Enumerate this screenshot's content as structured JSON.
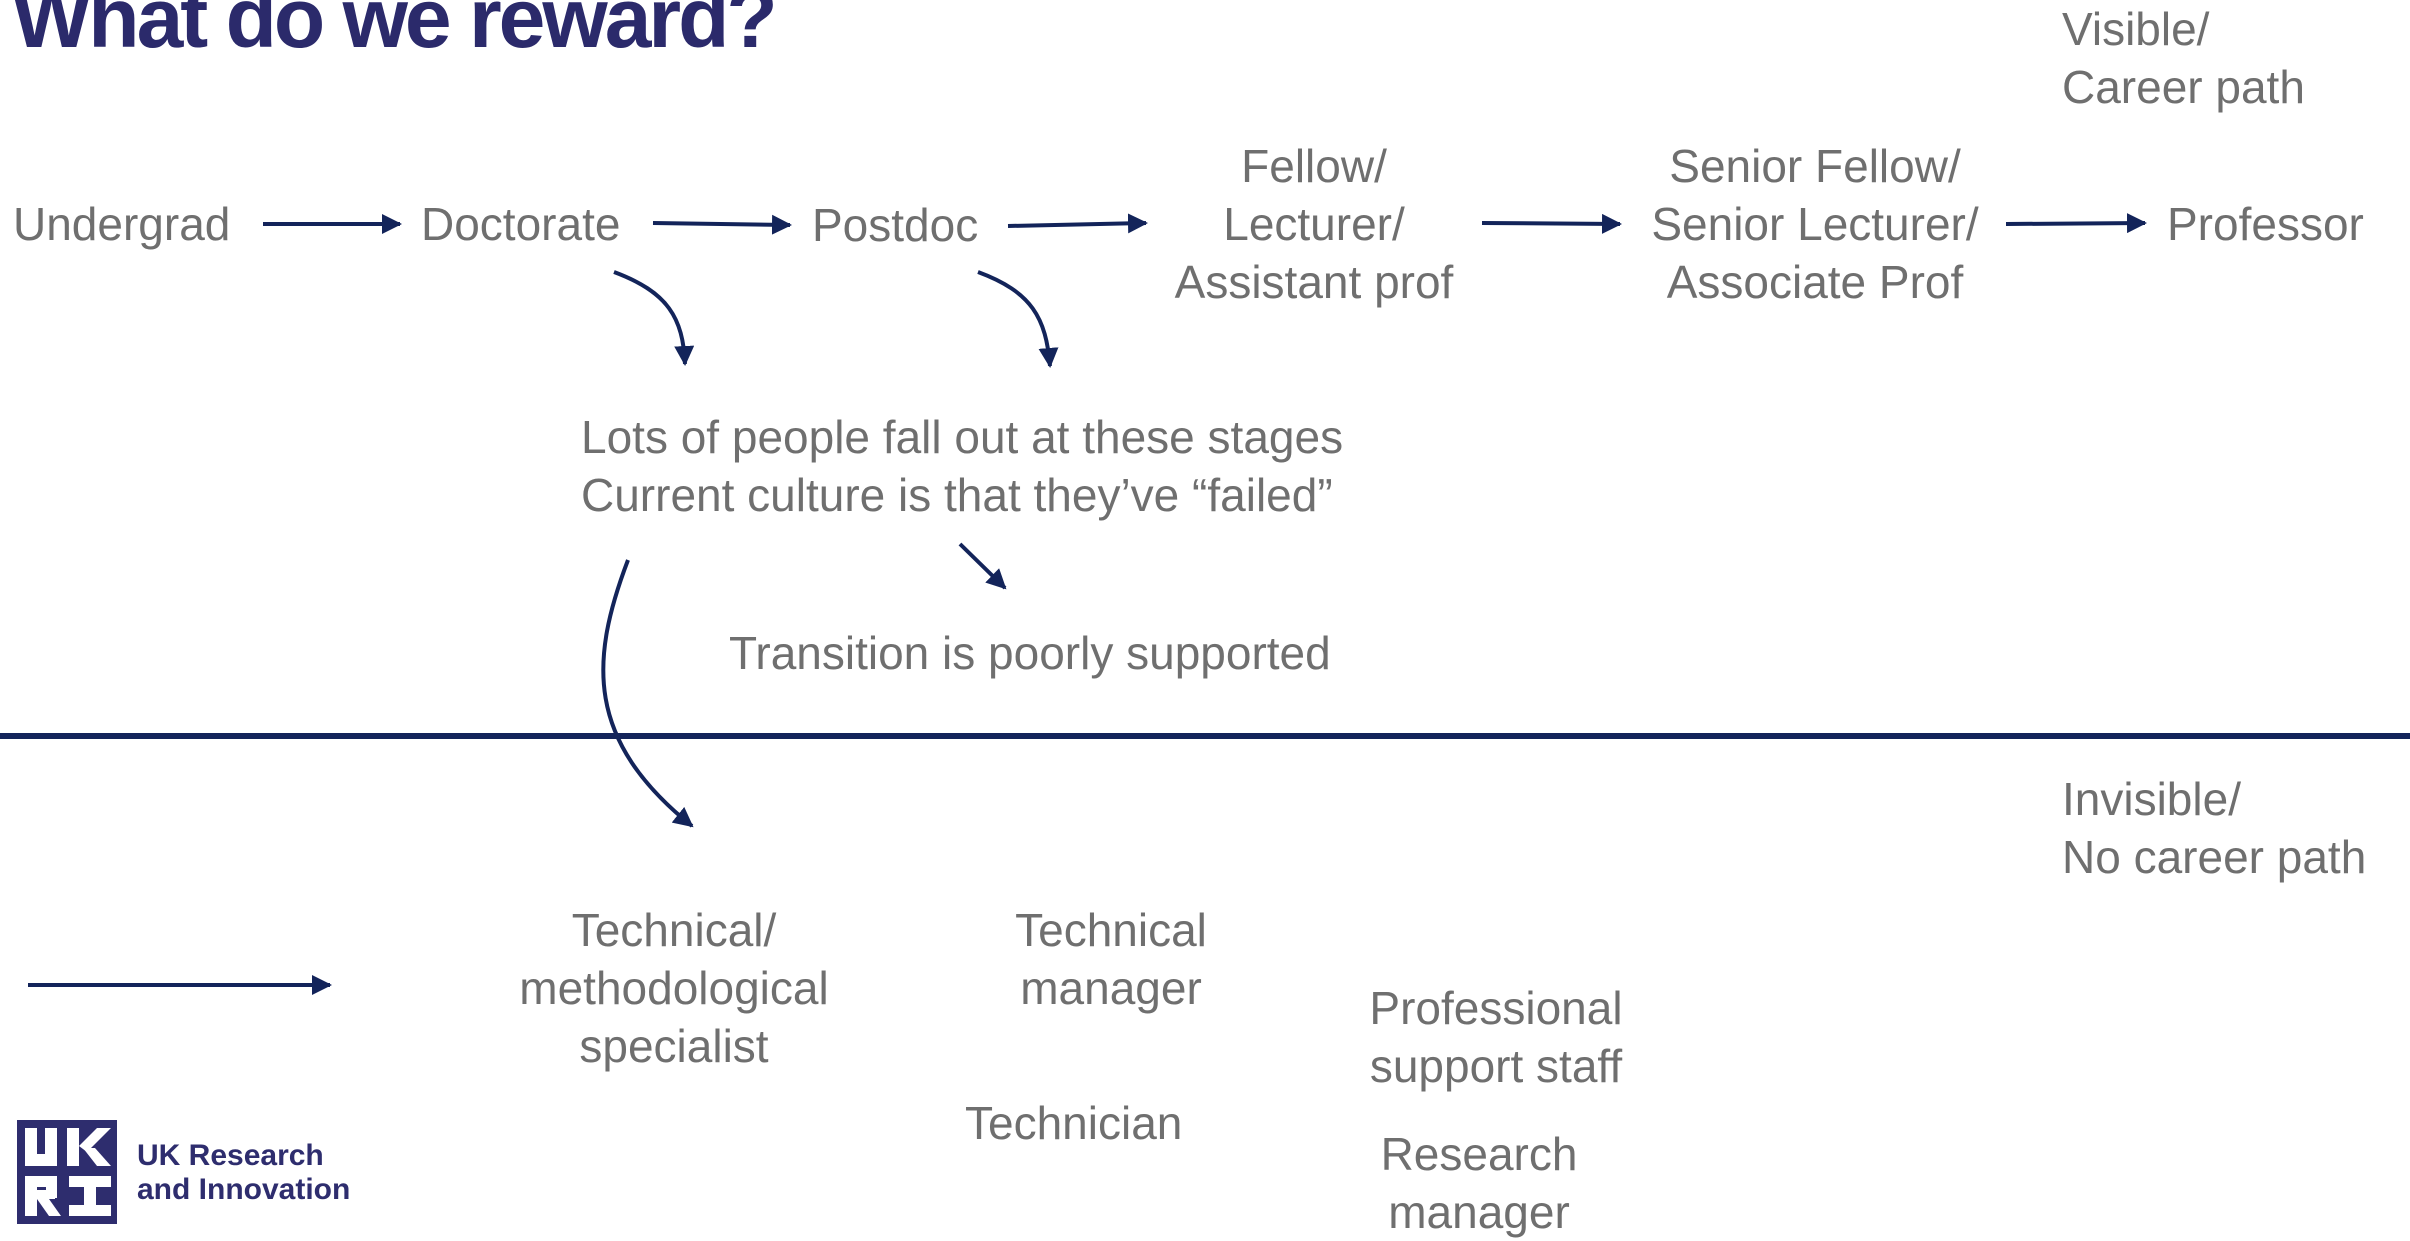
{
  "title": "What do we reward?",
  "zones": {
    "visible": [
      "Visible/",
      "Career path"
    ],
    "invisible": [
      "Invisible/",
      "No career path"
    ]
  },
  "career_path": {
    "undergrad": "Undergrad",
    "doctorate": "Doctorate",
    "postdoc": "Postdoc",
    "fellow": [
      "Fellow/",
      "Lecturer/",
      "Assistant prof"
    ],
    "senior": [
      "Senior Fellow/",
      "Senior Lecturer/",
      "Associate Prof"
    ],
    "professor": "Professor"
  },
  "notes": {
    "fall_out": [
      "Lots of people fall out at these stages",
      "Current culture is that they’ve “failed”"
    ],
    "transition": "Transition is poorly supported"
  },
  "other_roles": {
    "specialist": [
      "Technical/",
      "methodological",
      "specialist"
    ],
    "tech_manager": [
      "Technical",
      "manager"
    ],
    "technician": "Technician",
    "support_staff": [
      "Professional",
      "support staff"
    ],
    "research_manager": [
      "Research",
      "manager"
    ]
  },
  "logo": {
    "mark": "UKRI",
    "text": [
      "UK Research",
      "and Innovation"
    ]
  },
  "colors": {
    "title": "#2b2a6b",
    "arrow": "#13245a",
    "text": "#6f6f6f",
    "logo": "#2e2d6e"
  }
}
